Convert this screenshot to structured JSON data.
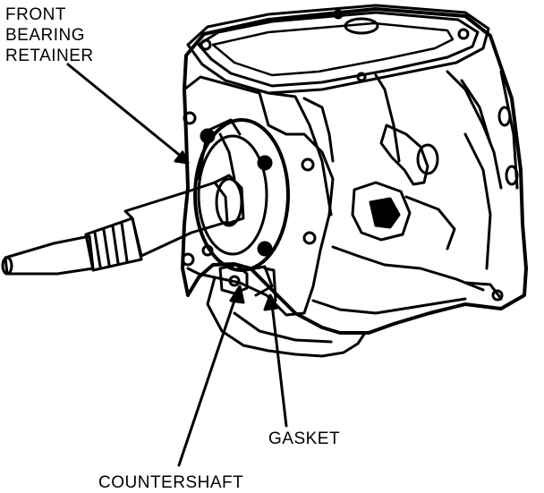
{
  "labels": {
    "front_bearing_retainer": [
      "FRONT",
      "BEARING",
      "RETAINER"
    ],
    "gasket": "GASKET",
    "countershaft": "COUNTERSHAFT"
  },
  "colors": {
    "ink": "#000000",
    "paper": "#ffffff"
  }
}
